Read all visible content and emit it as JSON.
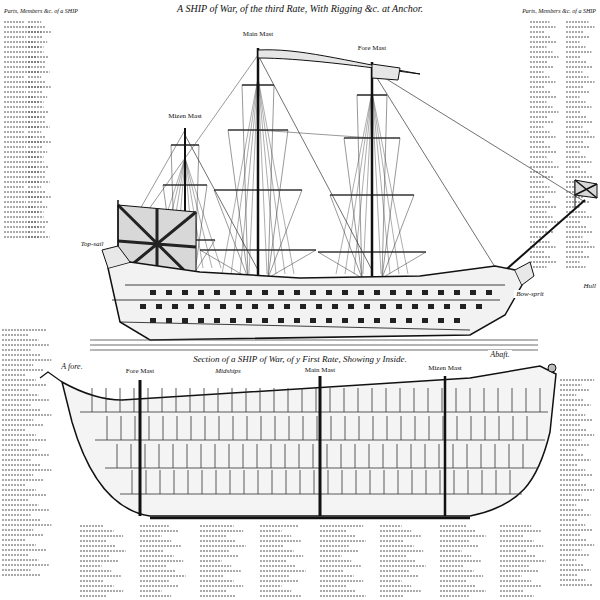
{
  "diagram": {
    "title": "A SHIP of War, of the third Rate, With Rigging &c. at Anchor.",
    "labels": [
      "Parts, Members &c. of a SHIP",
      "Parts, Members &c. of a SHIP",
      "Mizen Mast",
      "Main Mast",
      "Fore Mast",
      "Top-sail",
      "Bow-sprit",
      "Section of a SHIP of War, of y First Rate, Showing y Inside.",
      "A fore.",
      "Fore Mast",
      "Midships",
      "Main Mast",
      "Abaft.",
      "Mizen Mast",
      "Hull"
    ]
  }
}
